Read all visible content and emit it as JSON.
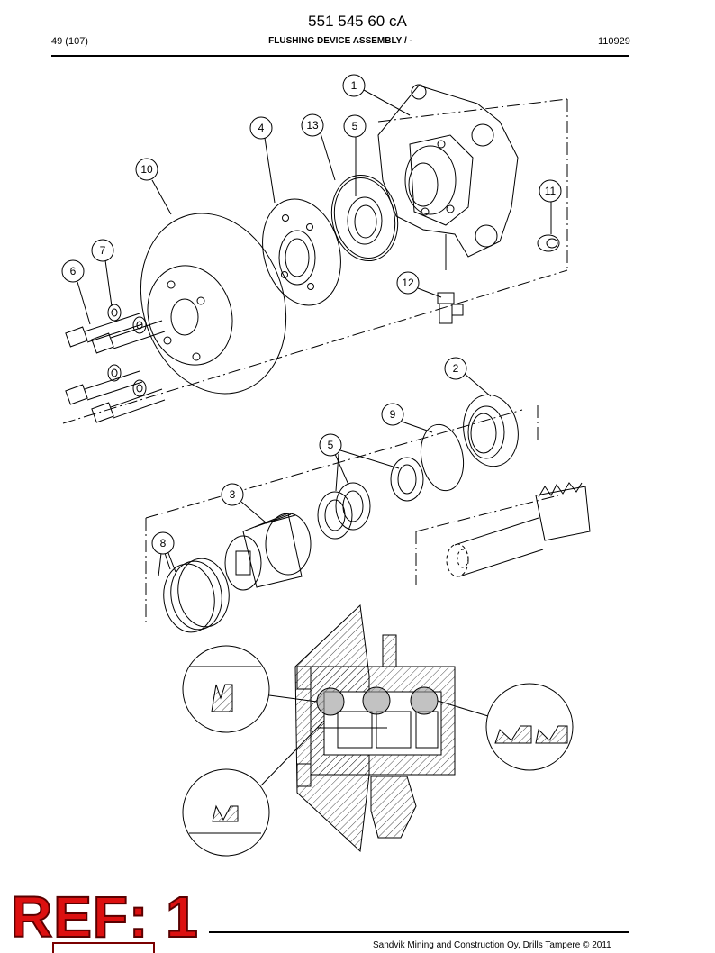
{
  "header": {
    "doc_number": "551 545 60 cA",
    "page": "49 (107)",
    "title": "FLUSHING DEVICE ASSEMBLY / -",
    "date_code": "110929"
  },
  "callouts": [
    {
      "id": "callout-1",
      "label": "1"
    },
    {
      "id": "callout-2",
      "label": "2"
    },
    {
      "id": "callout-3",
      "label": "3"
    },
    {
      "id": "callout-4",
      "label": "4"
    },
    {
      "id": "callout-5a",
      "label": "5"
    },
    {
      "id": "callout-5b",
      "label": "5"
    },
    {
      "id": "callout-6",
      "label": "6"
    },
    {
      "id": "callout-7",
      "label": "7"
    },
    {
      "id": "callout-8",
      "label": "8"
    },
    {
      "id": "callout-9",
      "label": "9"
    },
    {
      "id": "callout-10",
      "label": "10"
    },
    {
      "id": "callout-11",
      "label": "11"
    },
    {
      "id": "callout-12",
      "label": "12"
    },
    {
      "id": "callout-13",
      "label": "13"
    }
  ],
  "footer": {
    "ref_label": "REF: 1",
    "copyright": "Sandvik Mining and Construction Oy, Drills Tampere © 2011"
  },
  "colors": {
    "ref_red": "#dc1010",
    "line": "#000000",
    "seal_shade": "#9a9a9a"
  }
}
